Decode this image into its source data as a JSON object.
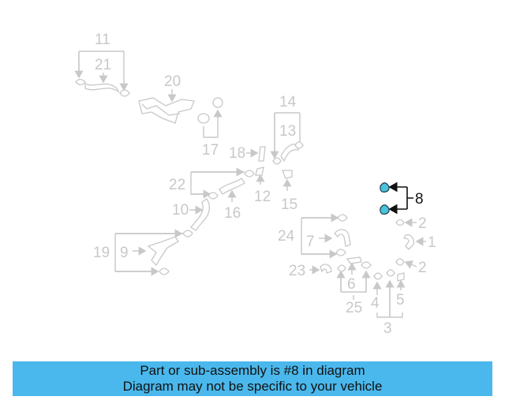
{
  "diagram": {
    "callouts": [
      "11",
      "21",
      "20",
      "17",
      "18",
      "14",
      "13",
      "22",
      "12",
      "15",
      "10",
      "16",
      "19",
      "9",
      "8",
      "2",
      "1",
      "24",
      "7",
      "23",
      "6",
      "25",
      "4",
      "5",
      "3",
      "2"
    ],
    "highlighted_callout": "8",
    "colors": {
      "highlight_part": "#49c3dd",
      "ghost_lines": "#c8c8c8",
      "highlight_lines": "#111111"
    }
  },
  "banner": {
    "line1": "Part or sub-assembly is #8 in diagram",
    "line2": "Diagram may not be specific to your vehicle",
    "background": "#4ab8ec"
  }
}
